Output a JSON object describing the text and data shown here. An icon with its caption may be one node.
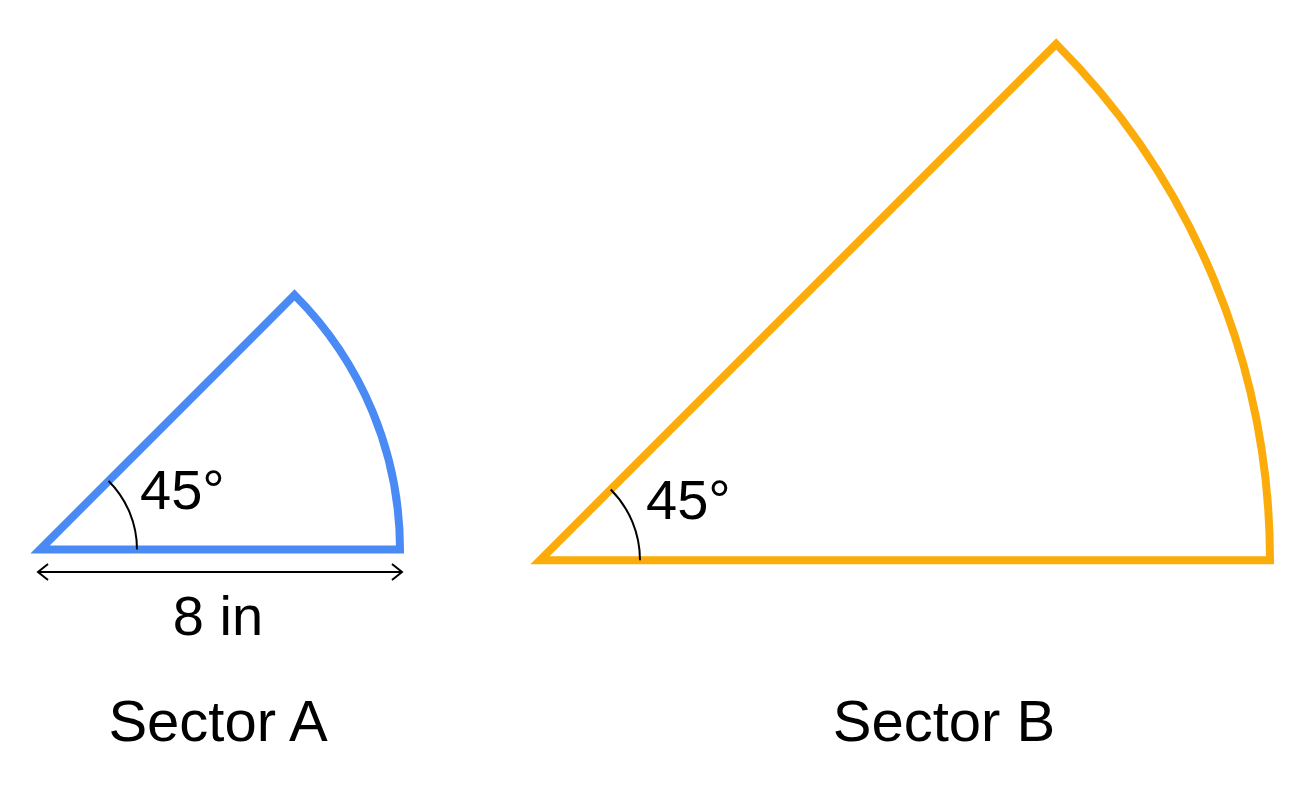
{
  "diagram": {
    "nodes": [
      {
        "text": [
          "45°"
        ],
        "beside": [
          "Sector A"
        ]
      },
      {
        "text": [
          "45°"
        ],
        "beside": [
          "Sector B"
        ]
      }
    ],
    "labels": [
      "8 in"
    ]
  }
}
